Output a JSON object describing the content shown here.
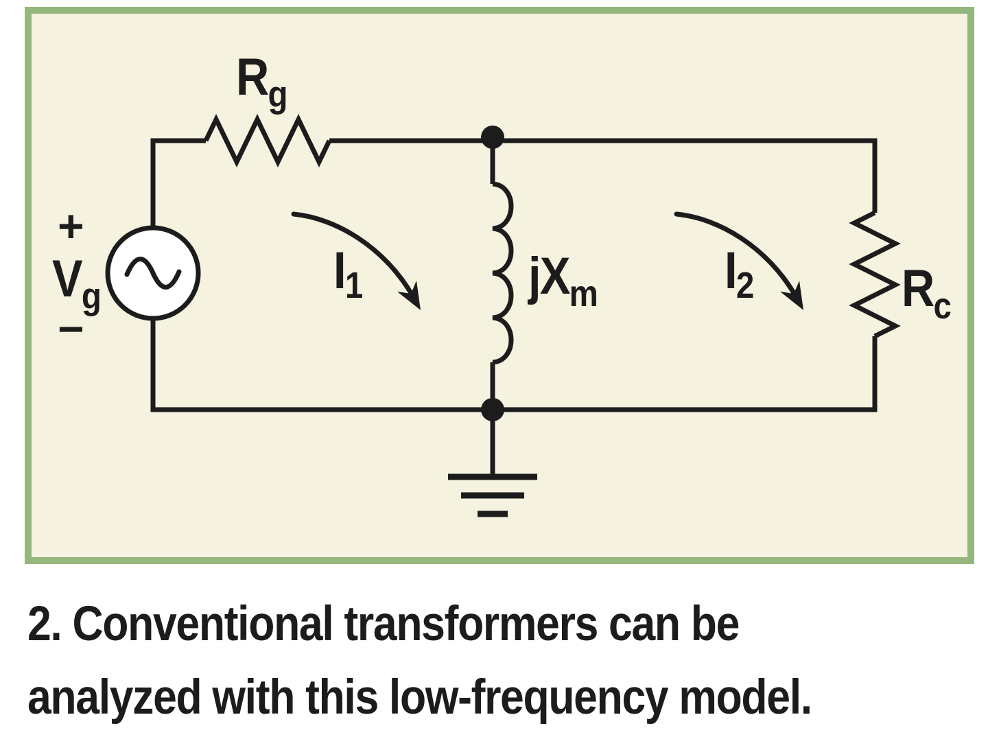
{
  "figure": {
    "caption_lines": [
      "2. Conventional transformers can be",
      "analyzed with this low-frequency model."
    ]
  },
  "circuit": {
    "source": {
      "base": "V",
      "sub": "g",
      "plus": "+",
      "minus": "−"
    },
    "series_resistor": {
      "base": "R",
      "sub": "g"
    },
    "magnetizing_reactance": {
      "base": "jX",
      "sub": "m"
    },
    "load_resistor": {
      "base": "R",
      "sub": "c"
    },
    "primary_current": {
      "base": "I",
      "sub": "1"
    },
    "secondary_current": {
      "base": "I",
      "sub": "2"
    }
  },
  "colors": {
    "panel_background": "#f5f2e0",
    "panel_border": "#94b77e",
    "ink": "#1c1c1c",
    "page_background": "#ffffff"
  }
}
